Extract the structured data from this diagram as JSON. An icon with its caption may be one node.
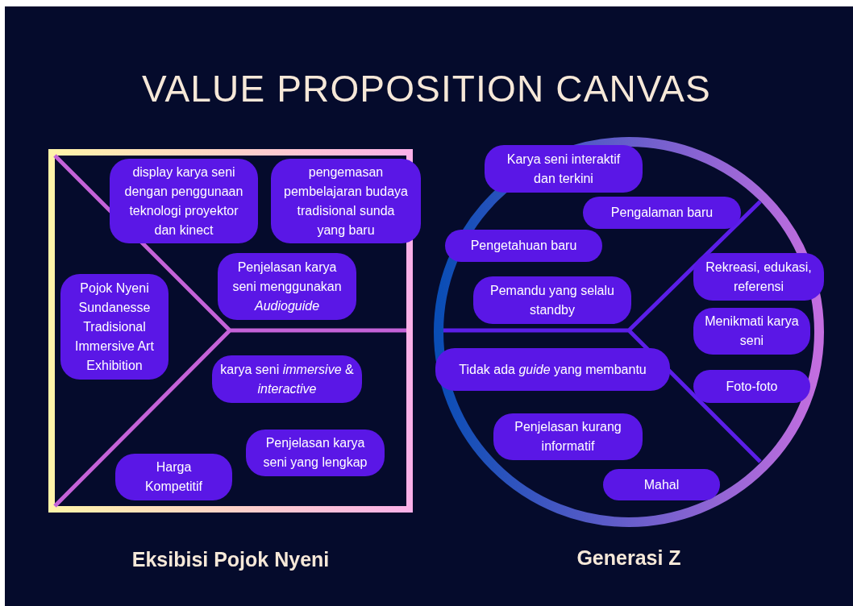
{
  "diagram": {
    "title": "VALUE PROPOSITION CANVAS",
    "nodes": [
      {
        "text": [
          "Eksibisi Pojok Nyeni"
        ]
      },
      {
        "text": [
          "display karya seni dengan penggunaan teknologi proyektor dan kinect"
        ],
        "in": 0
      },
      {
        "text": [
          "pengemasan pembelajaran budaya tradisional sunda yang baru"
        ],
        "in": 0
      },
      {
        "text": [
          "Penjelasan karya seni  menggunakan *Audioguide*"
        ],
        "in": 0
      },
      {
        "text": [
          "Pojok Nyeni Sundanesse Tradisional Immersive Art Exhibition"
        ],
        "in": 0
      },
      {
        "text": [
          "karya seni *immersive* & *interactive*"
        ],
        "in": 0
      },
      {
        "text": [
          "Penjelasan karya seni yang lengkap"
        ],
        "in": 0
      },
      {
        "text": [
          "Harga Kompetitif"
        ],
        "in": 0
      },
      {
        "text": [
          "Generasi Z"
        ]
      },
      {
        "text": [
          "Karya seni interaktif dan terkini"
        ],
        "in": 8
      },
      {
        "text": [
          "Pengalaman baru"
        ],
        "in": 8
      },
      {
        "text": [
          "Pengetahuan baru"
        ],
        "in": 8
      },
      {
        "text": [
          "Rekreasi, edukasi, referensi"
        ],
        "in": 8
      },
      {
        "text": [
          "Pemandu yang selalu standby"
        ],
        "in": 8
      },
      {
        "text": [
          "Menikmati karya seni"
        ],
        "in": 8
      },
      {
        "text": [
          "Tidak ada *guide* yang membantu"
        ],
        "in": 8
      },
      {
        "text": [
          "Foto-foto"
        ],
        "in": 8
      },
      {
        "text": [
          "Penjelasan kurang informatif"
        ],
        "in": 8
      },
      {
        "text": [
          "Mahal"
        ],
        "in": 8
      }
    ]
  }
}
